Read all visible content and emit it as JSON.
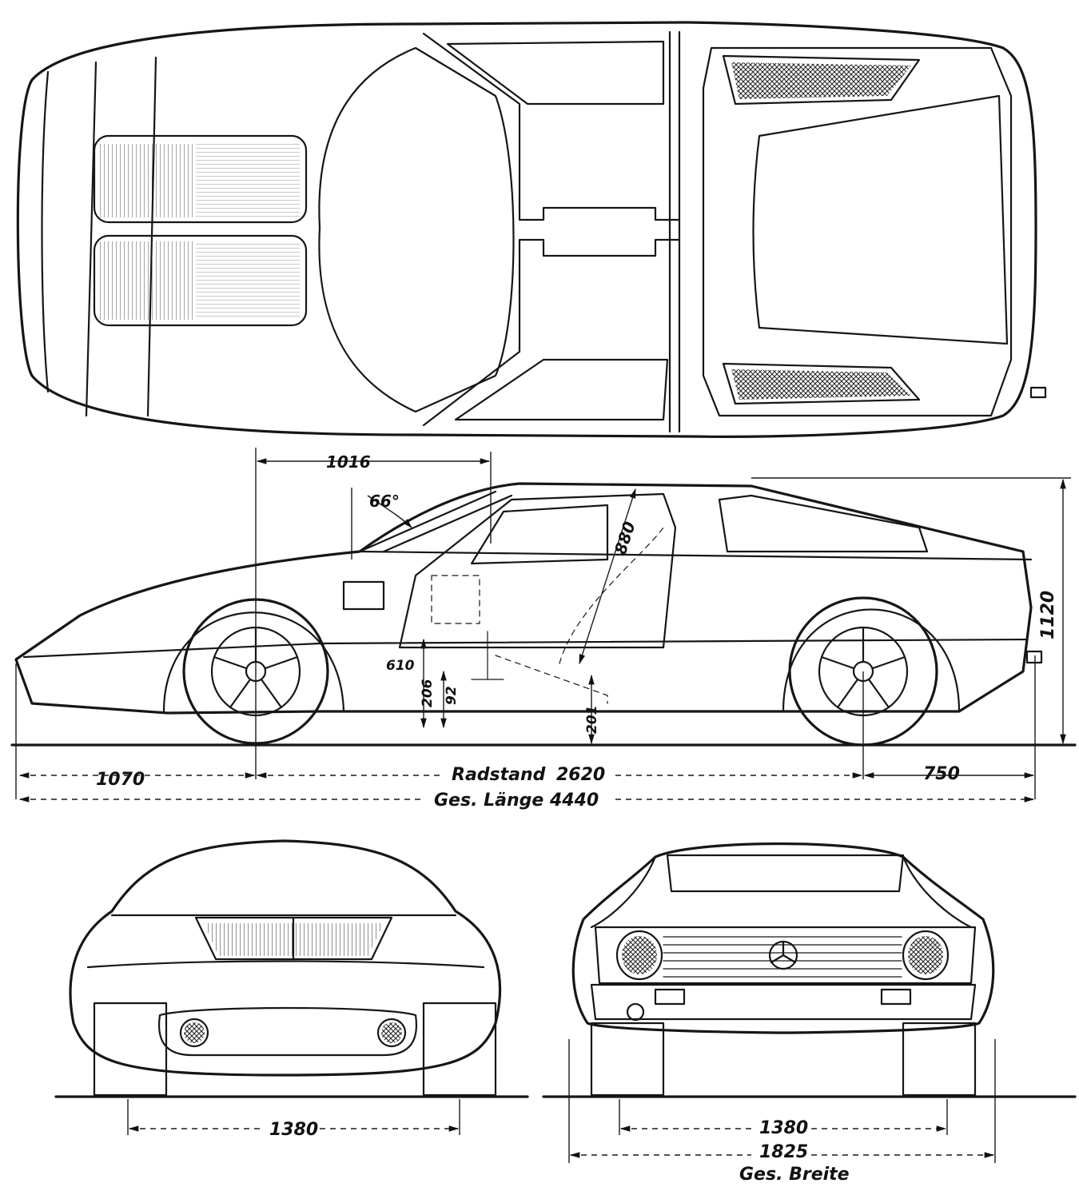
{
  "dimensions": {
    "front_overhang": "1070",
    "rear_overhang": "750",
    "wheelbase_label": "Radstand",
    "wheelbase_value": "2620",
    "length_label": "Ges. Länge",
    "length_value": "4440",
    "height": "1120",
    "windshield_distance": "1016",
    "windshield_angle": "66°",
    "seat_dim": "880",
    "sill_dim": "610",
    "floor_dim": "206",
    "floor_clearance": "92",
    "ground_clearance": "201",
    "track_front": "1380",
    "track_rear": "1380",
    "width_value": "1825",
    "width_label": "Ges. Breite"
  }
}
